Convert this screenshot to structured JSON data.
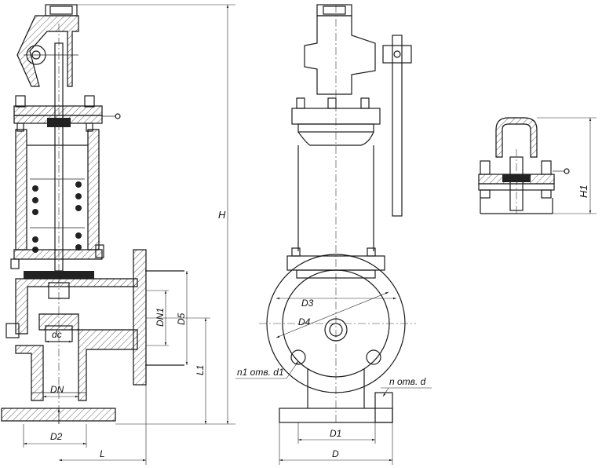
{
  "labels": {
    "H": "H",
    "DN1": "DN1",
    "D5": "D5",
    "dc": "dc",
    "L1": "L1",
    "DN": "DN",
    "D2": "D2",
    "L": "L",
    "D3": "D3",
    "D4": "D4",
    "n1_holes": "n1 отв. d1",
    "n_holes": "n отв. d",
    "D1": "D1",
    "D": "D",
    "H1": "H1"
  }
}
